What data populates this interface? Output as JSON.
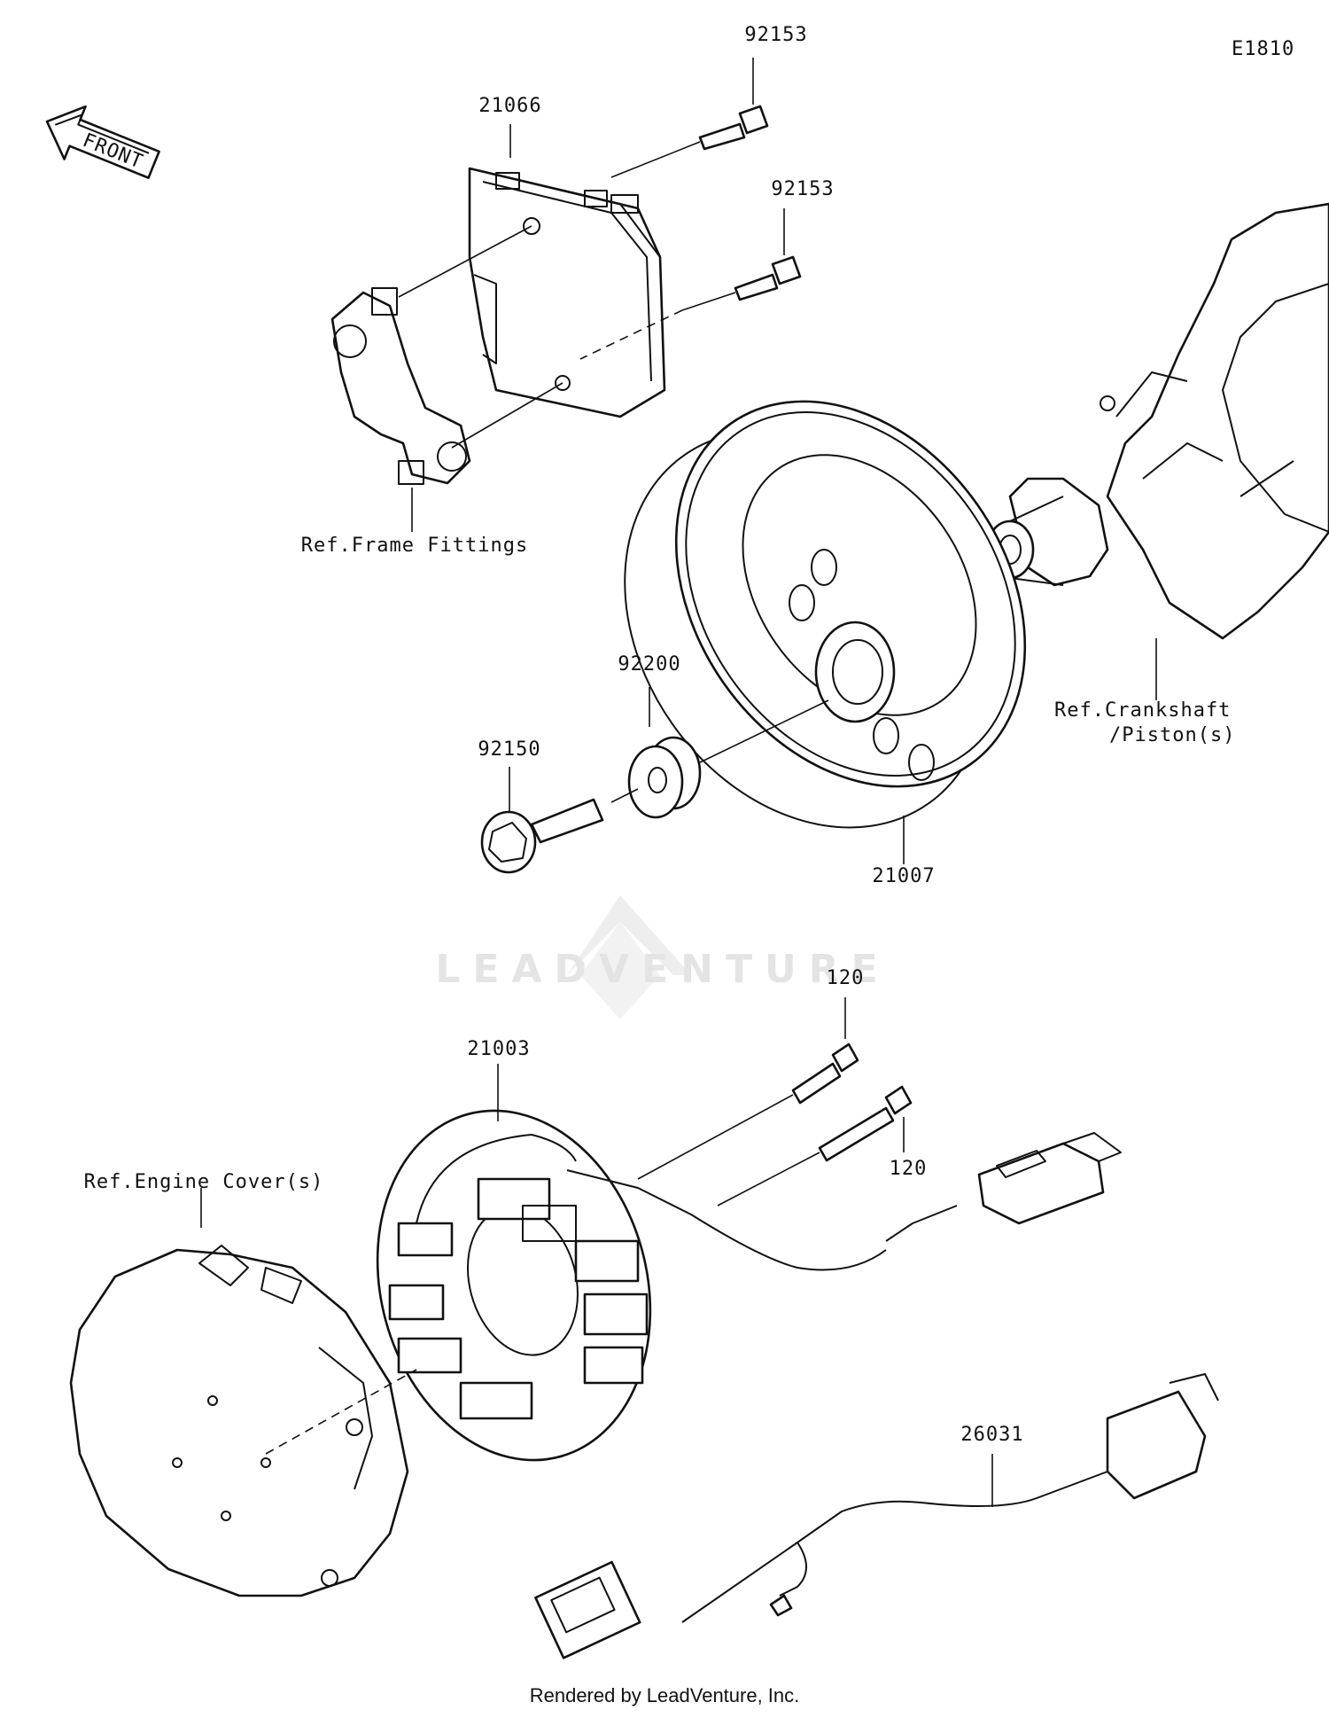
{
  "diagram_code": "E1810",
  "front_label": "FRONT",
  "watermark": "LEADVENTURE",
  "footer": "Rendered by LeadVenture, Inc.",
  "callouts": {
    "bolt_upper": "92153",
    "bolt_lower": "92153",
    "regulator": "21066",
    "frame_ref": "Ref.Frame Fittings",
    "crankshaft_ref_line1": "Ref.Crankshaft",
    "crankshaft_ref_line2": "/Piston(s)",
    "washer": "92200",
    "flywheel_bolt": "92150",
    "rotor": "21007",
    "stator_bolt_upper": "120",
    "stator_bolt_lower": "120",
    "stator": "21003",
    "engine_cover_ref": "Ref.Engine Cover(s)",
    "harness": "26031"
  }
}
